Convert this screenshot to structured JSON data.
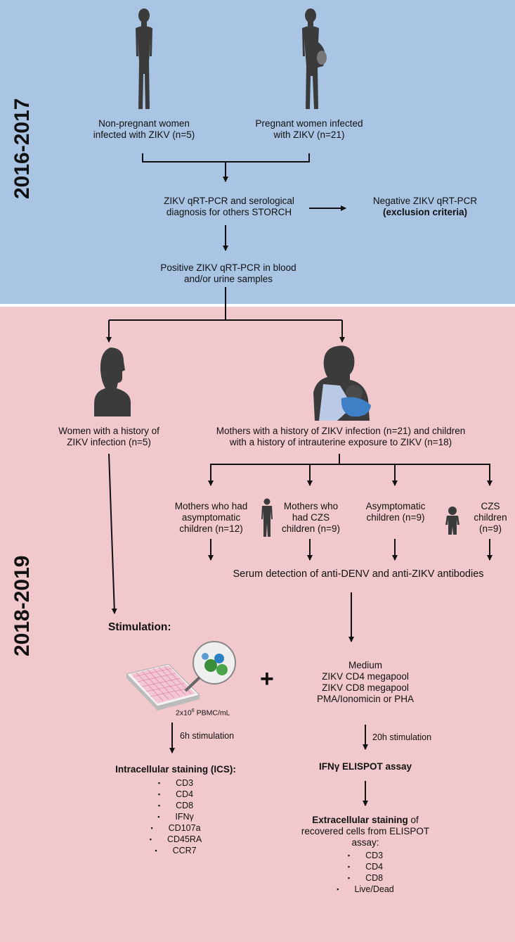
{
  "periods": {
    "top": "2016-2017",
    "bottom": "2018-2019"
  },
  "top": {
    "nonpregnant": "Non-pregnant women|infected with ZIKV  (n=5)",
    "pregnant": "Pregnant women infected|with ZIKV  (n=21)",
    "diagnosis": "ZIKV qRT-PCR and serological|diagnosis for others STORCH",
    "negative_1": "Negative ZIKV qRT-PCR",
    "negative_2": "(exclusion criteria)",
    "positive": "Positive ZIKV qRT-PCR in blood|and/or urine samples"
  },
  "bottom": {
    "women_history": "Women with a history of|ZIKV infection (n=5)",
    "mothers_children": "Mothers with a history of ZIKV infection (n=21) and children|with a history of intrauterine exposure to ZIKV (n=18)",
    "mothers_asym": "Mothers who had|asymptomatic|children (n=12)",
    "mothers_czs": "Mothers who|had CZS|children (n=9)",
    "asym_children": "Asymptomatic|children (n=9)",
    "czs_children": "CZS|children|(n=9)",
    "serum": "Serum detection of anti-DENV and anti-ZIKV antibodies",
    "stimulation": "Stimulation:",
    "pbmc_base": "2x10",
    "pbmc_exp": "6",
    "pbmc_unit": " PBMC/mL",
    "plus": "+",
    "conditions": "Medium|ZIKV CD4 megapool|ZIKV CD8 megapool|PMA/Ionomicin or PHA",
    "stim_6h": "6h stimulation",
    "stim_20h": "20h stimulation",
    "ics_title": "Intracellular staining (ICS):",
    "ics_items": [
      "CD3",
      "CD4",
      "CD8",
      "IFNγ",
      "CD107a",
      "CD45RA",
      "CCR7"
    ],
    "elispot": "IFNγ ELISPOT assay",
    "extra_title_bold": "Extracellular staining",
    "extra_title_rest": " of",
    "extra_sub": "recovered  cells from ELISPOT|assay:",
    "extra_items": [
      "CD3",
      "CD4",
      "CD8",
      "Live/Dead"
    ]
  },
  "colors": {
    "top_panel": "#a9c5e3",
    "bottom_panel": "#f1c9cc",
    "silhouette": "#3b3b3b"
  }
}
